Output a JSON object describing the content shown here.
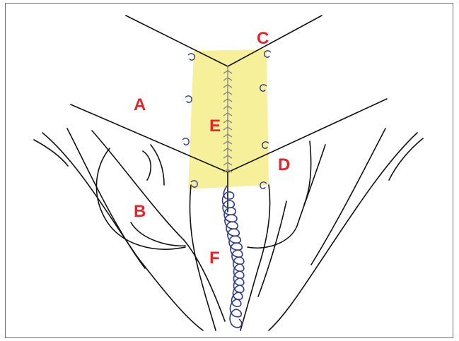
{
  "labels": {
    "a": "A",
    "b": "B",
    "c": "C",
    "d": "D",
    "e": "E",
    "f": "F"
  },
  "colors": {
    "label": "#e8232a",
    "highlight": "#f7f09a",
    "line": "#111111",
    "suture": "#2d3a8f",
    "stitch": "#8a8a8a",
    "frame": "#6b6b6b"
  },
  "icons": {
    "interrupted_stitch": "curl-stitch-icon",
    "running_suture": "spiral-suture-icon"
  }
}
